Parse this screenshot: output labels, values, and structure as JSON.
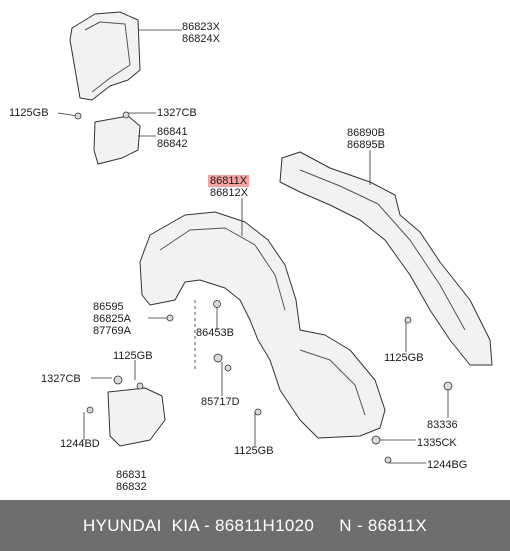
{
  "labels": {
    "p1a": "86823X",
    "p1b": "86824X",
    "p2": "1125GB",
    "p3": "1327CB",
    "p4a": "86841",
    "p4b": "86842",
    "p5a": "86890B",
    "p5b": "86895B",
    "p6a": "86811X",
    "p6b": "86812X",
    "p7a": "86595",
    "p7b": "86825A",
    "p7c": "87769A",
    "p8": "86453B",
    "p9": "1125GB",
    "p10": "1327CB",
    "p11": "1244BD",
    "p12": "85717D",
    "p13a": "86831",
    "p13b": "86832",
    "p14": "1125GB",
    "p15": "1125GB",
    "p16": "83336",
    "p17": "1335CK",
    "p18": "1244BG"
  },
  "footer": {
    "text": "HYUNDAI  KIA - 86811H1020     N - 86811X"
  },
  "colors": {
    "highlight": "#f4a3a3",
    "footer_bg": "#6e6e6e",
    "part_fill": "#f2f2f2",
    "line": "#333333"
  }
}
